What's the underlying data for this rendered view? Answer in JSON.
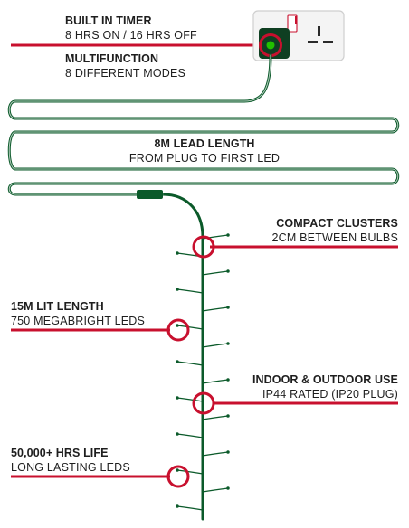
{
  "colors": {
    "accent_red": "#c8102e",
    "wire_green": "#0b5a2a",
    "text": "#1e1e1e",
    "plug_green": "#22c000"
  },
  "labels": {
    "timer": {
      "heading": "BUILT IN TIMER",
      "sub": "8 HRS ON / 16 HRS OFF"
    },
    "multifunction": {
      "heading": "MULTIFUNCTION",
      "sub": "8 DIFFERENT MODES"
    },
    "lead": {
      "heading": "8M LEAD LENGTH",
      "sub": "FROM PLUG TO FIRST LED"
    },
    "clusters": {
      "heading": "COMPACT CLUSTERS",
      "sub": "2CM BETWEEN BULBS"
    },
    "lit_length": {
      "heading": "15M LIT LENGTH",
      "sub": "750 MEGABRIGHT LEDS"
    },
    "indoor": {
      "heading": "INDOOR & OUTDOOR USE",
      "sub": "IP44 RATED (IP20 PLUG)"
    },
    "life": {
      "heading": "50,000+ HRS LIFE",
      "sub": "LONG LASTING LEDS"
    }
  },
  "icons": {
    "socket": "uk-wall-socket-icon",
    "controller": "controller-box-icon",
    "bulb": "led-bulb-icon"
  }
}
